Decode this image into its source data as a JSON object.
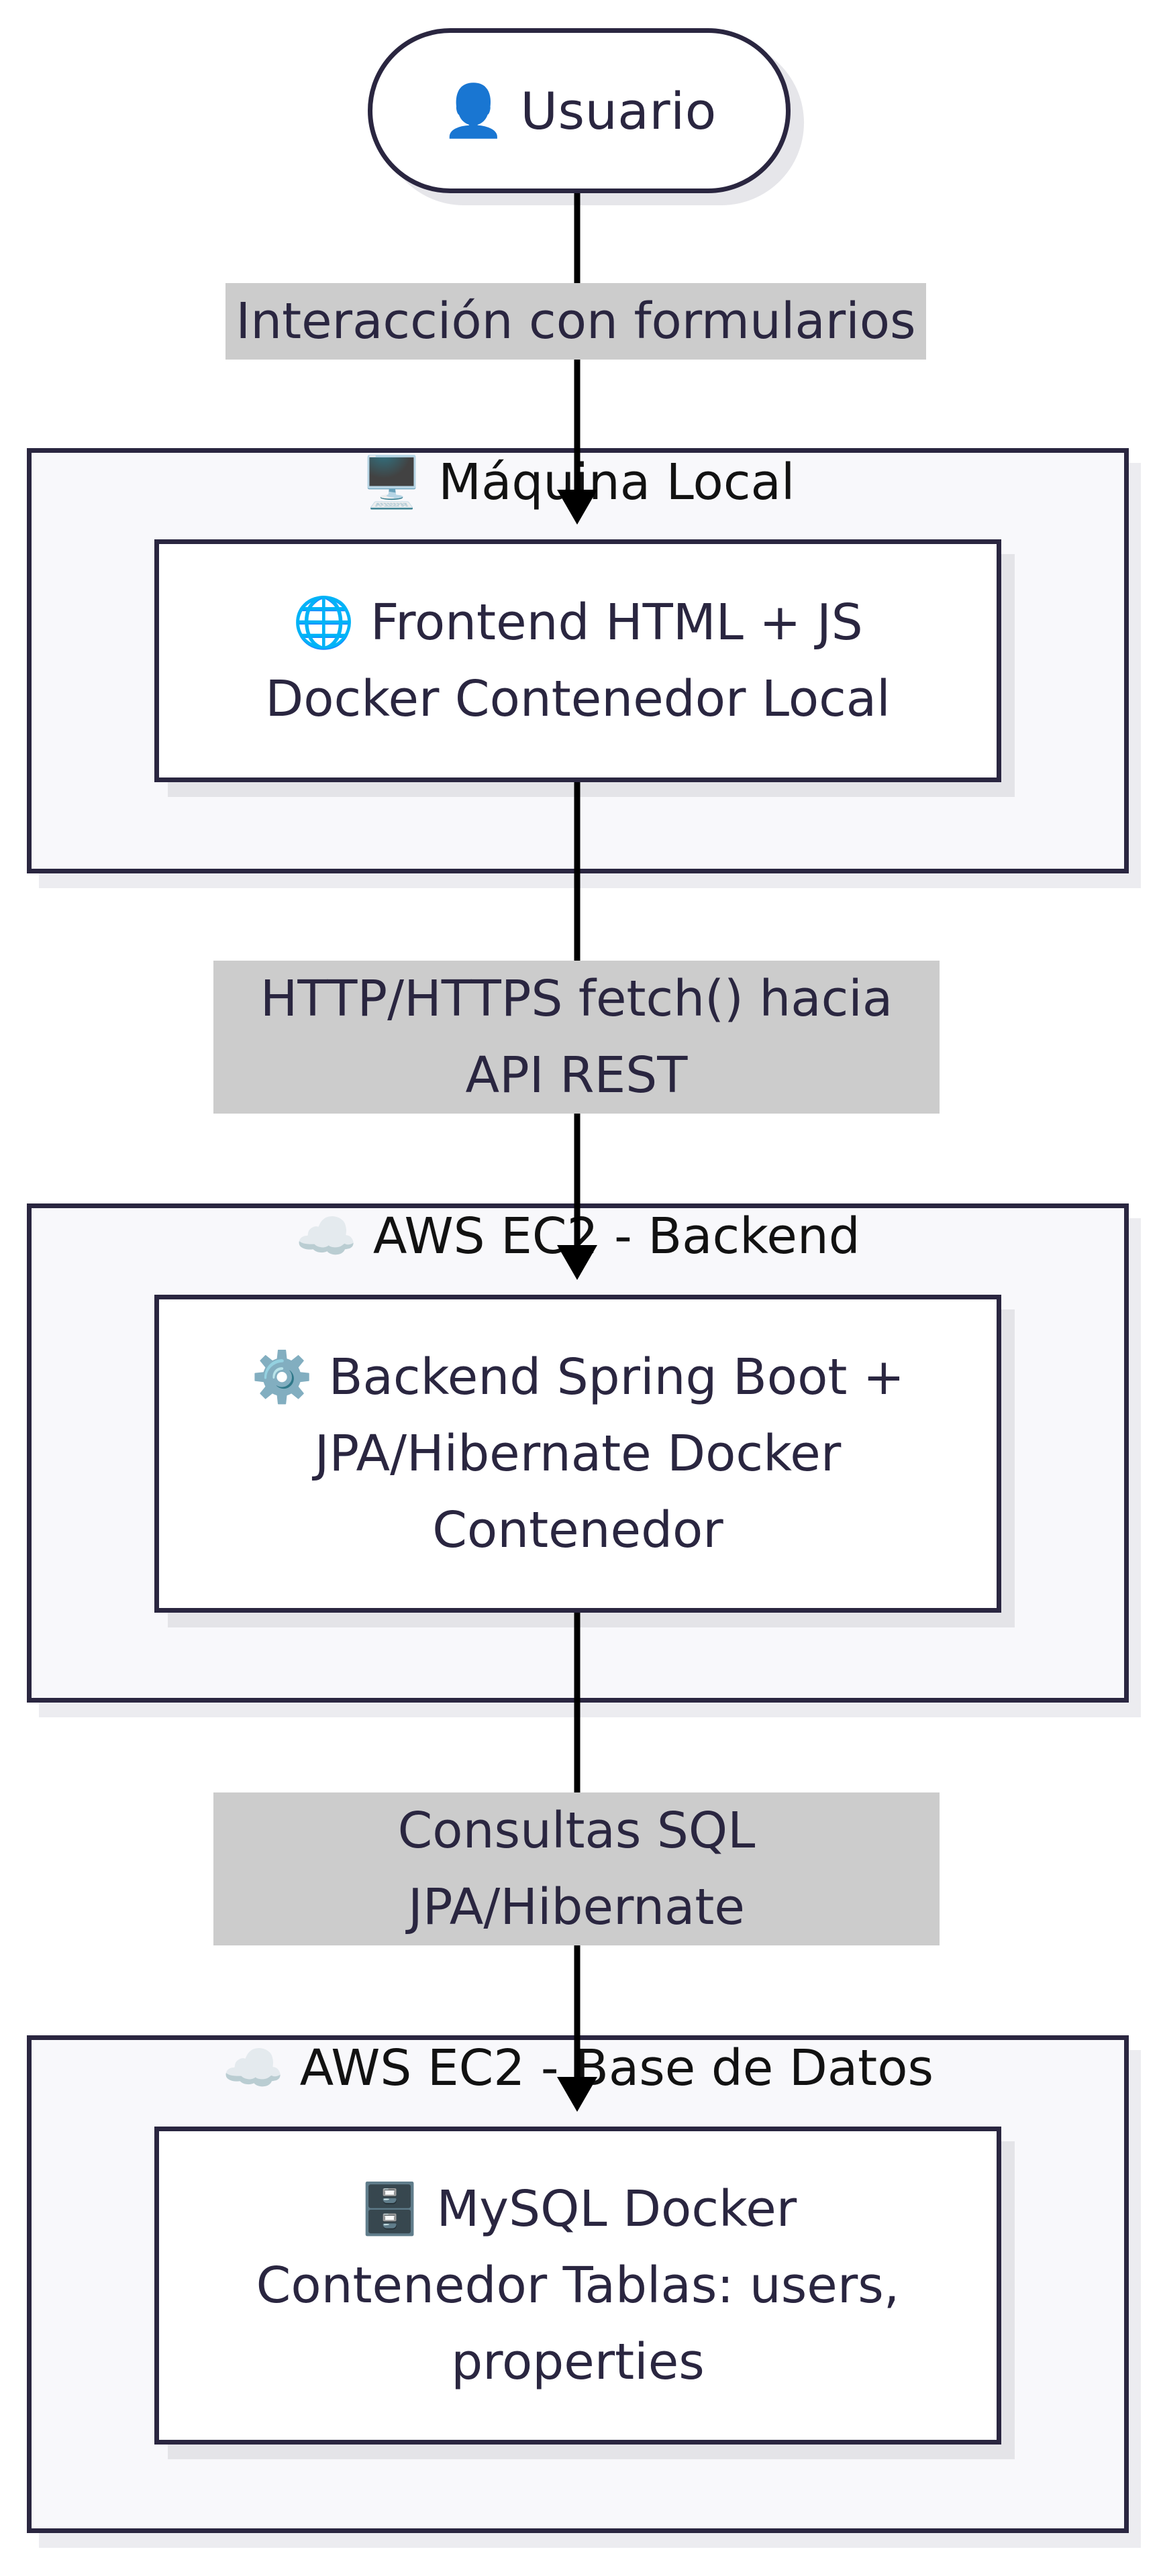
{
  "start": {
    "icon": "👤",
    "label": "Usuario"
  },
  "clusters": [
    {
      "title": "🖥️ Máquina Local",
      "node": {
        "line1": "🌐 Frontend HTML + JS",
        "line2": "Docker Contenedor Local",
        "line3": ""
      }
    },
    {
      "title": "☁️ AWS EC2 - Backend",
      "node": {
        "line1": "⚙️ Backend Spring Boot +",
        "line2": "JPA/Hibernate Docker",
        "line3": "Contenedor"
      }
    },
    {
      "title": "☁️ AWS EC2 - Base de Datos",
      "node": {
        "line1": "🗄️ MySQL Docker",
        "line2": "Contenedor Tablas: users,",
        "line3": "properties"
      }
    }
  ],
  "edges": [
    {
      "label_line1": "Interacción con formularios",
      "label_line2": ""
    },
    {
      "label_line1": "HTTP/HTTPS fetch() hacia",
      "label_line2": "API REST"
    },
    {
      "label_line1": "Consultas SQL",
      "label_line2": "JPA/Hibernate"
    }
  ],
  "colors": {
    "stroke": "#2a2640",
    "arrow": "#000000",
    "label_bg": "#cccccc",
    "cluster_bg": "#f8f8fb"
  }
}
